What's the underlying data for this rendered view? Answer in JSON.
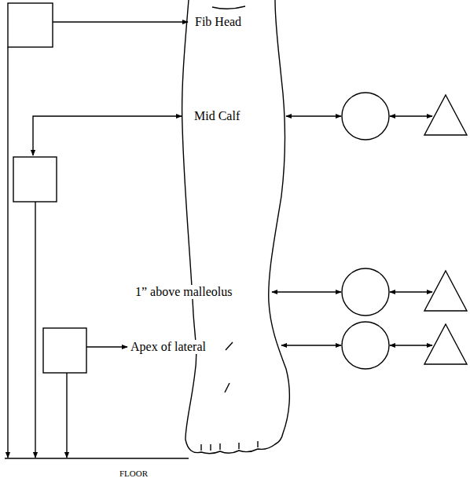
{
  "diagram": {
    "labels": [
      "Fib Head",
      "Mid Calf",
      "1” above malleolus",
      "Apex of lateral",
      "FLOOR"
    ]
  }
}
